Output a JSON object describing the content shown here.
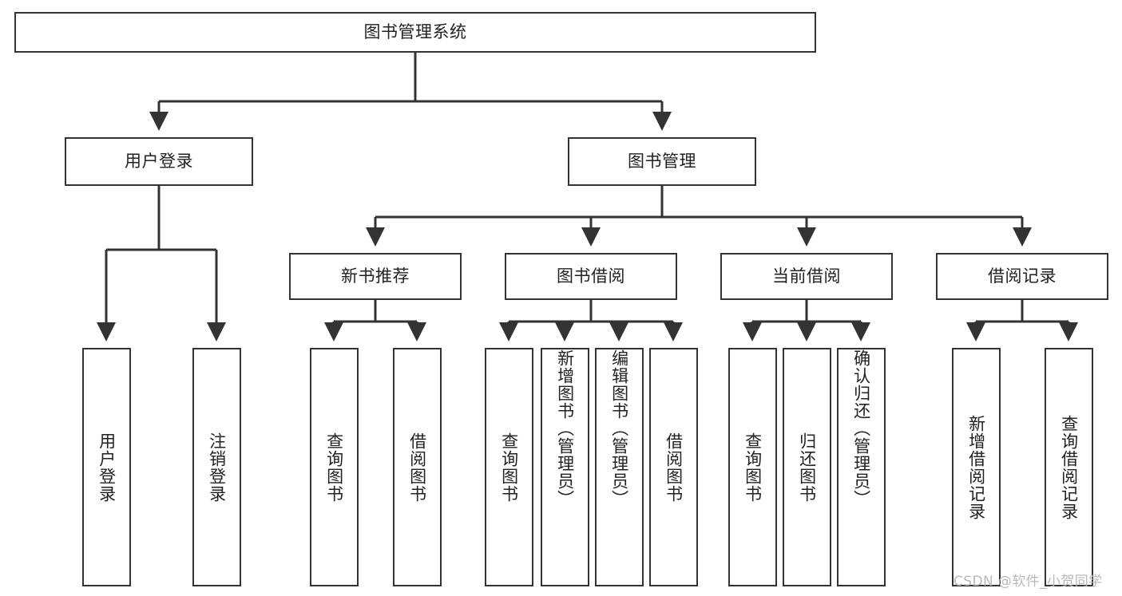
{
  "diagram": {
    "type": "tree",
    "title": "图书管理系统",
    "root": {
      "id": "root",
      "label": "图书管理系统",
      "orientation": "horizontal"
    },
    "level1": [
      {
        "id": "user-login",
        "label": "用户登录",
        "orientation": "horizontal"
      },
      {
        "id": "book-management",
        "label": "图书管理",
        "orientation": "horizontal"
      }
    ],
    "level2": [
      {
        "id": "new-book-recommend",
        "label": "新书推荐",
        "orientation": "horizontal",
        "parent": "book-management"
      },
      {
        "id": "book-borrow",
        "label": "图书借阅",
        "orientation": "horizontal",
        "parent": "book-management"
      },
      {
        "id": "current-borrow",
        "label": "当前借阅",
        "orientation": "horizontal",
        "parent": "book-management"
      },
      {
        "id": "borrow-record",
        "label": "借阅记录",
        "orientation": "horizontal",
        "parent": "book-management"
      }
    ],
    "leaves": [
      {
        "id": "leaf-user-login",
        "label": "用户登录",
        "orientation": "vertical",
        "parent": "user-login"
      },
      {
        "id": "leaf-logout",
        "label": "注销登录",
        "orientation": "vertical",
        "parent": "user-login"
      },
      {
        "id": "leaf-query-book-1",
        "label": "查询图书",
        "orientation": "vertical",
        "parent": "new-book-recommend"
      },
      {
        "id": "leaf-borrow-book-1",
        "label": "借阅图书",
        "orientation": "vertical",
        "parent": "new-book-recommend"
      },
      {
        "id": "leaf-query-book-2",
        "label": "查询图书",
        "orientation": "vertical",
        "parent": "book-borrow"
      },
      {
        "id": "leaf-add-book",
        "label": "新增图书（管理员）",
        "orientation": "vertical",
        "parent": "book-borrow"
      },
      {
        "id": "leaf-edit-book",
        "label": "编辑图书（管理员）",
        "orientation": "vertical",
        "parent": "book-borrow"
      },
      {
        "id": "leaf-borrow-book-2",
        "label": "借阅图书",
        "orientation": "vertical",
        "parent": "book-borrow"
      },
      {
        "id": "leaf-query-book-3",
        "label": "查询图书",
        "orientation": "vertical",
        "parent": "current-borrow"
      },
      {
        "id": "leaf-return-book",
        "label": "归还图书",
        "orientation": "vertical",
        "parent": "current-borrow"
      },
      {
        "id": "leaf-confirm-return",
        "label": "确认归还（管理员）",
        "orientation": "vertical",
        "parent": "current-borrow"
      },
      {
        "id": "leaf-add-record",
        "label": "新增借阅记录",
        "orientation": "vertical",
        "parent": "borrow-record"
      },
      {
        "id": "leaf-query-record",
        "label": "查询借阅记录",
        "orientation": "vertical",
        "parent": "borrow-record"
      }
    ]
  },
  "watermark": {
    "text": "CSDN @软件_小贺同学"
  },
  "colors": {
    "stroke": "#333333",
    "fill": "#ffffff",
    "text": "#222222",
    "watermark": "#b9b9b9"
  }
}
